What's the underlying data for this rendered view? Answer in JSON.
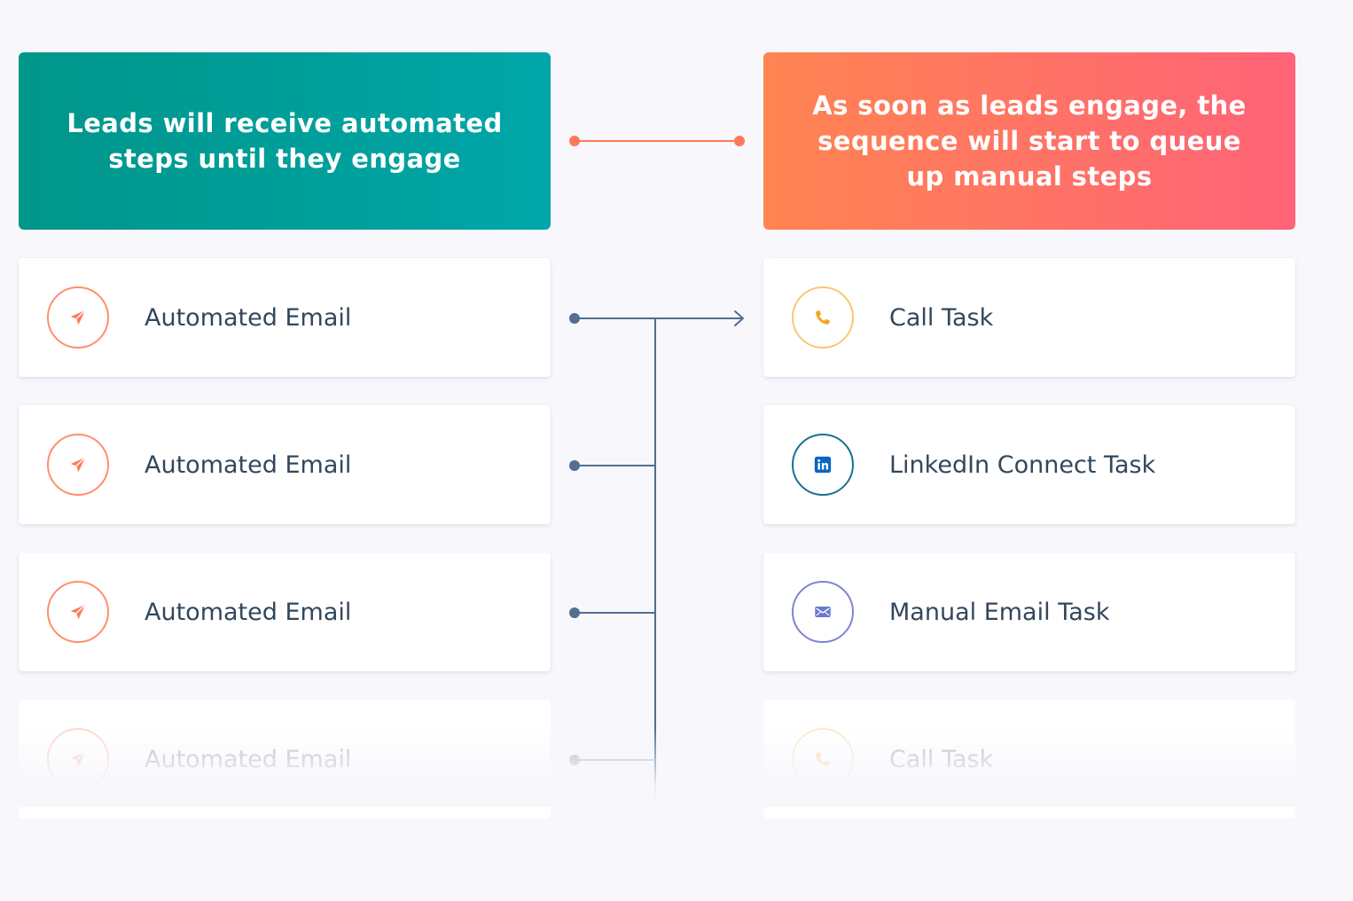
{
  "headers": {
    "left": "Leads will receive automated steps until they engage",
    "right": "As soon as leads engage, the sequence will start to queue up manual steps"
  },
  "left_steps": [
    {
      "label": "Automated Email",
      "icon": "paper-plane-icon"
    },
    {
      "label": "Automated Email",
      "icon": "paper-plane-icon"
    },
    {
      "label": "Automated Email",
      "icon": "paper-plane-icon"
    },
    {
      "label": "Automated Email",
      "icon": "paper-plane-icon"
    }
  ],
  "right_steps": [
    {
      "label": "Call Task",
      "icon": "phone-icon"
    },
    {
      "label": "LinkedIn Connect Task",
      "icon": "linkedin-icon"
    },
    {
      "label": "Manual Email Task",
      "icon": "envelope-icon"
    },
    {
      "label": "Call Task",
      "icon": "phone-icon"
    }
  ],
  "colors": {
    "teal_start": "#00968a",
    "teal_end": "#00a6a8",
    "coral_start": "#ff8451",
    "coral_end": "#ff6378",
    "connector": "#516f90",
    "connector_accent": "#ff7a59",
    "text": "#33475b",
    "background": "#f7f7fc"
  }
}
